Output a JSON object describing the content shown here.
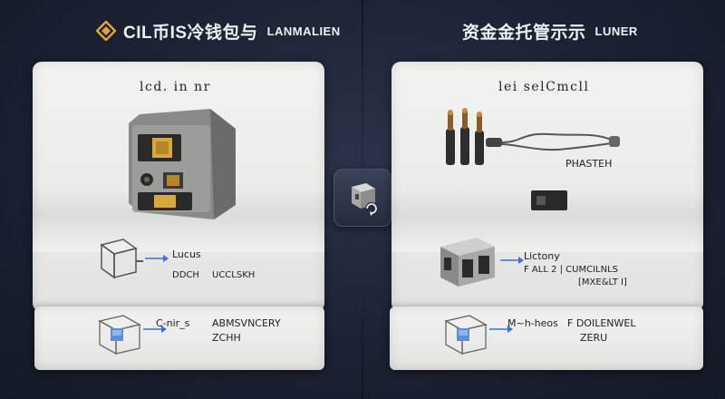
{
  "left_header": {
    "title": "CIL币IS冷钱包与",
    "suffix": "LANMALIEN"
  },
  "right_header": {
    "title": "资金金托管示示",
    "suffix": "LUNER"
  },
  "left_panel": {
    "title": "lcd. in nr",
    "rows": [
      {
        "name": "Lucus",
        "desc_a": "DDCH",
        "desc_b": "UCCLSKH"
      },
      {
        "name": "C-nir_s",
        "desc_a": "ABMSVNCERY",
        "desc_b": "ZCHH"
      }
    ]
  },
  "right_panel": {
    "title": "lei selCmcll",
    "tag": "PHASTEH",
    "rows": [
      {
        "name": "Lictony",
        "desc_a": "F ALL 2 | CUMCILNLS",
        "desc_b": "[MXE&LT I]"
      },
      {
        "name": "M~h-heos",
        "desc_a": "F DOILENWEL",
        "desc_b": "ZERU"
      }
    ]
  },
  "colors": {
    "accent": "#e0a33a",
    "arrow": "#3b6fd6",
    "cube_blue": "#5b8fd9"
  },
  "icons": {
    "logo": "diamond-logo-icon",
    "switch": "swap-icon",
    "hardware": "hardware-wallet-icon",
    "pins": "connector-pins-icon",
    "cable": "cable-icon",
    "cube": "cube-icon",
    "chip": "chip-module-icon",
    "block": "block-icon",
    "arrow": "arrow-right-icon"
  }
}
